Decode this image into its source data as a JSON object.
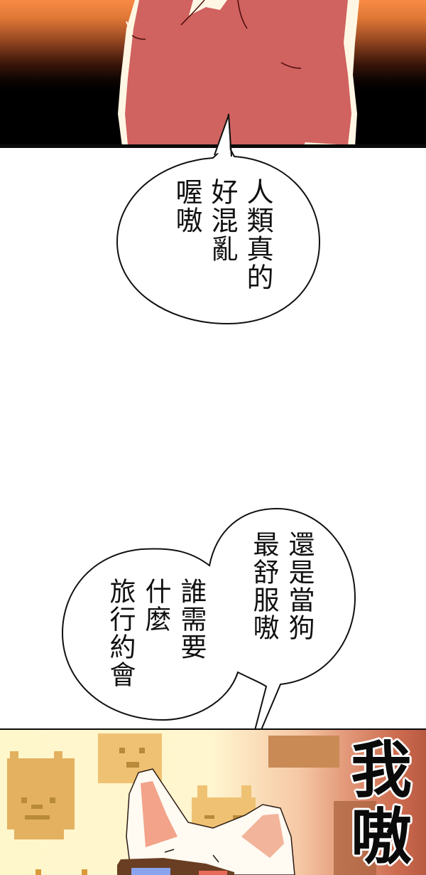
{
  "comic": {
    "panels": [
      {
        "id": "panel-1",
        "description": "Character in red dress with orange-to-black sunset gradient background",
        "colors": {
          "sky_top": "#f98a45",
          "sky_bottom": "#000000",
          "dress": "#d0625f",
          "outline": "#fff9e6"
        }
      },
      {
        "id": "panel-3",
        "description": "White dog with 3D glasses in front of pixel-art dog faces",
        "colors": {
          "bg_left": "#fff7cc",
          "bg_right": "#b85a42",
          "pixel_dog": "#e8b866"
        }
      }
    ],
    "bubbles": [
      {
        "id": "bubble-1",
        "columns": [
          "人類真的",
          "好混亂",
          "喔嗷"
        ]
      },
      {
        "id": "bubble-2-right",
        "columns": [
          "還是當狗",
          "最舒服嗷"
        ]
      },
      {
        "id": "bubble-2-left",
        "columns": [
          "誰需要",
          "什麼",
          "旅行約會"
        ]
      }
    ],
    "shout": {
      "chars": [
        "我",
        "嗷"
      ]
    }
  }
}
